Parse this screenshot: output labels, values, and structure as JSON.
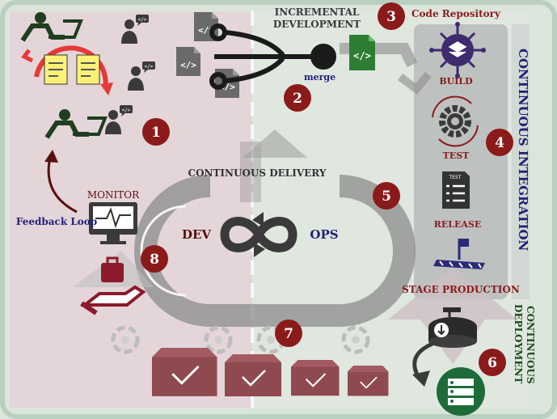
{
  "labels": {
    "incremental_line1": "INCREMENTAL",
    "incremental_line2": "DEVELOPMENT",
    "merge": "merge",
    "code_repository": "Code Repository",
    "build": "BUILD",
    "test": "TEST",
    "release": "RELEASE",
    "stage_production": "STAGE PRODUCTION",
    "continuous_integration": "CONTINUOUS INTEGRATION",
    "continuous_deployment_line1": "CONTINUOUS",
    "continuous_deployment_line2": "DEPLOYMENT",
    "continuous_delivery": "CONTINUOUS DELIVERY",
    "dev": "DEV",
    "ops": "OPS",
    "monitor": "MONITOR",
    "feedback_loop": "Feedback Loop",
    "test_doc_tag": "TEST",
    "code_tag": "</>"
  },
  "steps": [
    "1",
    "2",
    "3",
    "4",
    "5",
    "6",
    "7",
    "8"
  ],
  "colors": {
    "step_badge": "#8b1a1a",
    "ci_text": "#1f1f7a",
    "cd_text": "#1f4d1f",
    "label_red": "#8b1a1a",
    "left_panel": "#e3d5d8",
    "right_panel": "#dfe7df",
    "ci_panel": "#b9bdbc",
    "border": "#b9cfbf",
    "box_red": "#8e4a4f",
    "grey_arrow": "#8c8c8c",
    "dark_icon": "#3a3a3a",
    "server_green": "#1e6b3a",
    "build_purple": "#3e2a6e",
    "feedback_label": "#1f1f7a"
  },
  "icons": [
    "developer-icon",
    "chat-icon",
    "code-file-icon",
    "git-merge-icon",
    "code-repo-icon",
    "build-icon",
    "test-gear-icon",
    "release-doc-icon",
    "stage-flag-icon",
    "deploy-server-icon",
    "monitor-icon",
    "hand-bag-icon",
    "infinity-icon",
    "box-icon"
  ]
}
